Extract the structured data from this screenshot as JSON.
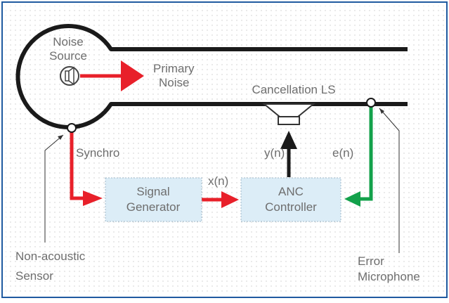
{
  "labels": {
    "noise_source_line1": "Noise",
    "noise_source_line2": "Source",
    "primary_noise_line1": "Primary",
    "primary_noise_line2": "Noise",
    "cancellation_ls": "Cancellation LS",
    "synchro": "Synchro",
    "yn": "y(n)",
    "en": "e(n)",
    "xn": "x(n)",
    "signal_generator_line1": "Signal",
    "signal_generator_line2": "Generator",
    "anc_controller_line1": "ANC",
    "anc_controller_line2": "Controller",
    "non_acoustic_line1": "Non-acoustic",
    "non_acoustic_line2": "Sensor",
    "error_mic_line1": "Error",
    "error_mic_line2": "Microphone"
  },
  "colors": {
    "red_path": "#e8202a",
    "green_path": "#13a14b",
    "black_path": "#1a1a1a",
    "box_fill": "#dcedf7",
    "frame_border": "#1f5aa0"
  },
  "icons": {
    "noise_source": "speaker-icon",
    "cancellation_ls": "loudspeaker-icon"
  }
}
